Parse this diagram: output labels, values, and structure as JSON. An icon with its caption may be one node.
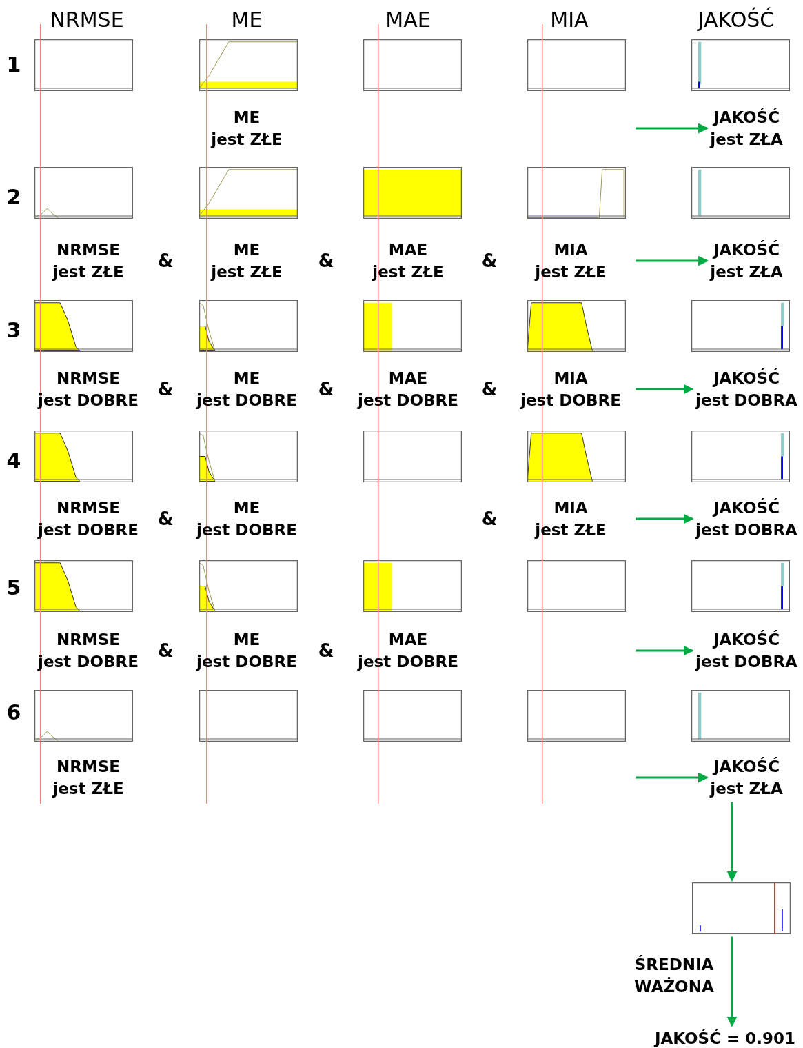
{
  "diagram": {
    "nodes": [
      {
        "text": [
          "JAKOŚĆ jest ZŁA"
        ]
      },
      {
        "text": [
          "JAKOŚĆ jest ZŁA"
        ]
      },
      {
        "text": [
          "JAKOŚĆ jest DOBRA"
        ]
      },
      {
        "text": [
          "JAKOŚĆ jest DOBRA"
        ]
      },
      {
        "text": [
          "JAKOŚĆ jest DOBRA"
        ]
      },
      {
        "text": [
          "JAKOŚĆ jest ZŁA"
        ]
      },
      {
        "text": [],
        "shape": "box"
      },
      {
        "text": [
          "JAKOŚĆ = 0.901"
        ]
      }
    ],
    "edges": [
      {
        "from": null,
        "to": 0,
        "arrow": "to"
      },
      {
        "from": null,
        "to": 1,
        "arrow": "to"
      },
      {
        "from": null,
        "to": 2,
        "arrow": "to"
      },
      {
        "from": null,
        "to": 3,
        "arrow": "to"
      },
      {
        "from": null,
        "to": 4,
        "arrow": "to"
      },
      {
        "from": null,
        "to": 5,
        "arrow": "to"
      },
      {
        "from": 5,
        "to": 6,
        "arrow": "to"
      },
      {
        "from": 6,
        "to": 7,
        "arrow": "to",
        "label": "ŚREDNIA WAŻONA"
      }
    ],
    "labels": [
      "NRMSE",
      "ME",
      "MAE",
      "MIA",
      "JAKOŚĆ",
      "1",
      "ME jest ZŁE",
      "2",
      "NRMSE jest ZŁE",
      "&",
      "ME jest ZŁE",
      "&",
      "MAE jest ZŁE",
      "&",
      "MIA jest ZŁE",
      "3",
      "NRMSE jest DOBRE",
      "&",
      "ME jest DOBRE",
      "&",
      "MAE jest DOBRE",
      "&",
      "MIA jest DOBRE",
      "4",
      "NRMSE jest DOBRE",
      "&",
      "ME jest DOBRE",
      "&",
      "MIA jest ZŁE",
      "5",
      "NRMSE jest DOBRE",
      "&",
      "ME jest DOBRE",
      "&",
      "MAE jest DOBRE",
      "6",
      "NRMSE jest ZŁE"
    ]
  }
}
